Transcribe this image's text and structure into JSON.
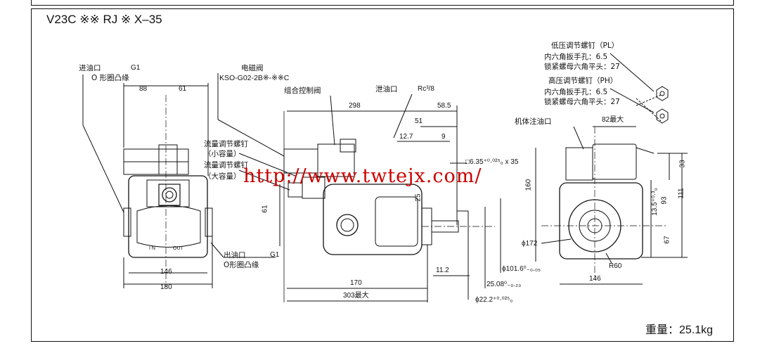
{
  "title": "V23C ※※ RJ ※ X–35",
  "weight": "重量：25.1kg",
  "watermark": "http://www.twtejx.com/",
  "labels": {
    "inlet": "进油口",
    "inlet_thread": "G1",
    "inlet_flange": "O 形圈凸缘",
    "solenoid_valve": "电磁阀",
    "solenoid_model": "KSO-G02-2B※-※※C",
    "combo_valve": "组合控制阀",
    "drain": "泄油口",
    "drain_thread": "Rc³/8",
    "flow_screw_small": "流量调节螺钉",
    "flow_small": "（小容量）",
    "flow_screw_large": "流量调节螺钉",
    "flow_large": "（大容量）",
    "outlet": "出油口",
    "outlet_thread": "G1",
    "outlet_flange": "O形圈凸缘",
    "low_pressure_screw": "低压调节螺钉（PL）",
    "low_hex": "内六角扳手孔：6.5",
    "low_nut": "锁紧螺母六角平头：27",
    "high_pressure_screw": "高压调节螺钉（PH）",
    "high_hex": "内六角扳手孔：6.5",
    "high_nut": "锁紧螺母六角平头：27",
    "fill_port": "机体注油口",
    "in_mark": "I N",
    "out_mark": "OUT"
  },
  "dimensions": {
    "d88": "88",
    "d61a": "61",
    "d146a": "146",
    "d180": "180",
    "d298": "298",
    "d58_5": "58.5",
    "d51": "51",
    "d12_7": "12.7",
    "d9": "9",
    "key": "□6.35⁺⁰·⁰²⁵₀ x 35",
    "d61b": "61",
    "d25": "25",
    "d170": "170",
    "d303": "303最大",
    "d11_2": "11.2",
    "d101_6": "ϕ101.6⁰₋₀.₀₅",
    "d25_08": "25.08⁰₋₀.₂₃",
    "d22_2": "ϕ22.2⁺⁰·⁰²⁵₀",
    "d82": "82最大",
    "d33": "33",
    "d160": "160",
    "d13_5": "13.5⁺⁰·³₀",
    "d93": "93",
    "d111": "111",
    "d67": "67",
    "d172": "ϕ172",
    "r60": "R60",
    "d146b": "146"
  }
}
